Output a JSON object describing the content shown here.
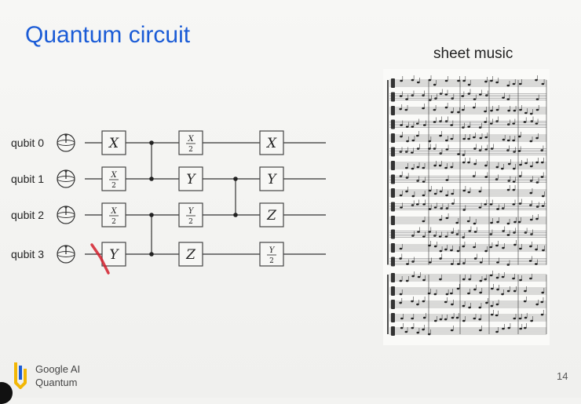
{
  "slide": {
    "title": "Quantum circuit",
    "music_title": "sheet music",
    "page_number": "14",
    "logo": {
      "line1": "Google AI",
      "line2": "Quantum"
    }
  },
  "qubits": [
    {
      "label": "qubit 0",
      "gates": [
        {
          "type": "full",
          "symbol": "X"
        },
        {
          "type": "frac",
          "symbol": "X",
          "den": "2"
        },
        {
          "type": "full",
          "symbol": "X"
        }
      ]
    },
    {
      "label": "qubit 1",
      "gates": [
        {
          "type": "frac",
          "symbol": "X",
          "den": "2"
        },
        {
          "type": "full",
          "symbol": "Y"
        },
        {
          "type": "full",
          "symbol": "Y"
        }
      ]
    },
    {
      "label": "qubit 2",
      "gates": [
        {
          "type": "frac",
          "symbol": "X",
          "den": "2"
        },
        {
          "type": "frac",
          "symbol": "Y",
          "den": "2"
        },
        {
          "type": "full",
          "symbol": "Z"
        }
      ]
    },
    {
      "label": "qubit 3",
      "gates": [
        {
          "type": "full",
          "symbol": "Y"
        },
        {
          "type": "full",
          "symbol": "Z"
        },
        {
          "type": "frac",
          "symbol": "Y",
          "den": "2"
        }
      ]
    }
  ],
  "couplers": [
    {
      "column": 1,
      "from": 0,
      "to": 1
    },
    {
      "column": 1,
      "from": 2,
      "to": 3
    },
    {
      "column": 2,
      "from": 1,
      "to": 2
    }
  ],
  "colors": {
    "title": "#1a5bd6",
    "annotation": "#d21f2b",
    "logo_gold": "#f2b705",
    "logo_blue": "#1a5bd6"
  }
}
